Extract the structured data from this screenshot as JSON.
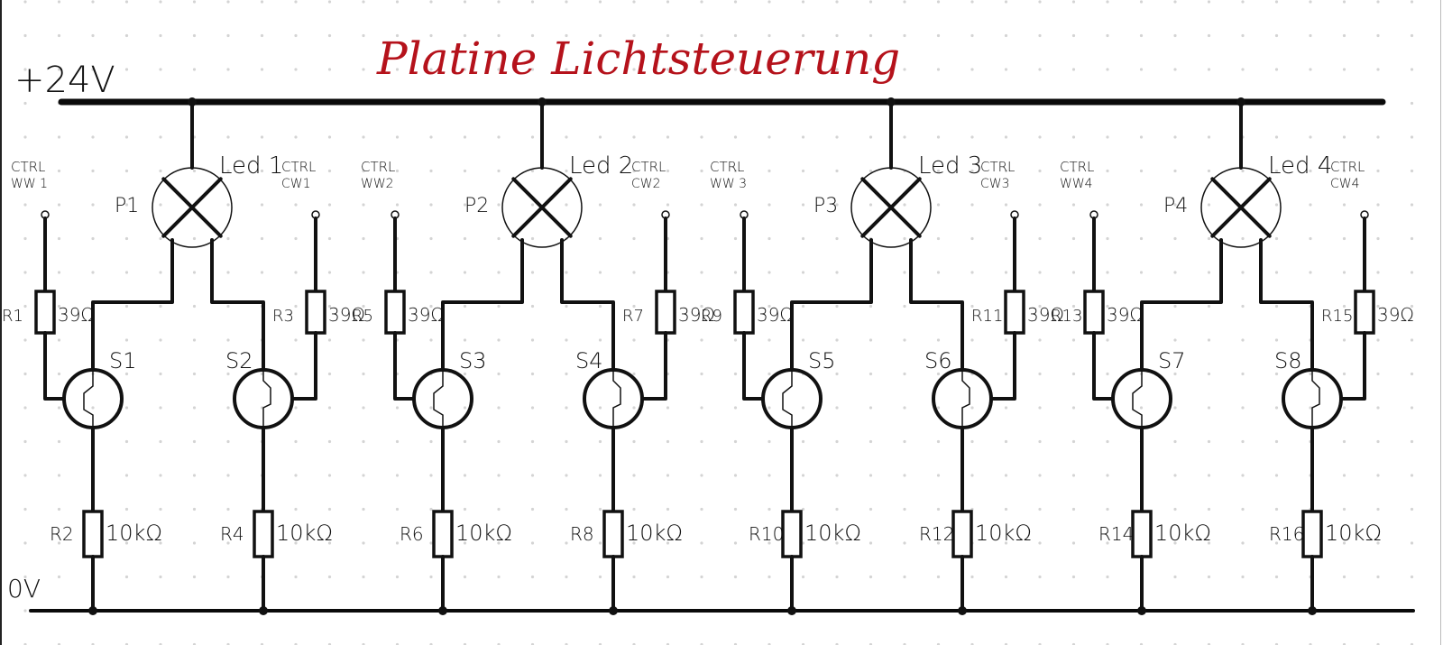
{
  "title": "Platine Lichtsteuerung",
  "colors": {
    "title": "#b5121b",
    "ink": "#111111",
    "grid_dot": "#d4d4d4",
    "paper": "#ffffff"
  },
  "rails": {
    "supply_label": "+24V",
    "ground_label": "0V"
  },
  "channels": [
    {
      "lamp": "Led 1",
      "lamp_ref": "P1",
      "left": {
        "ctrl": [
          "CTRL",
          "WW 1"
        ],
        "series_res": "R1",
        "series_val": "39Ω",
        "transistor": "S1",
        "pulldown_res": "R2",
        "pulldown_val": "10kΩ"
      },
      "right": {
        "ctrl": [
          "CTRL",
          "CW1"
        ],
        "series_res": "R3",
        "series_val": "39Ω",
        "transistor": "S2",
        "pulldown_res": "R4",
        "pulldown_val": "10kΩ"
      }
    },
    {
      "lamp": "Led 2",
      "lamp_ref": "P2",
      "left": {
        "ctrl": [
          "CTRL",
          "WW2"
        ],
        "series_res": "R5",
        "series_val": "39Ω",
        "transistor": "S3",
        "pulldown_res": "R6",
        "pulldown_val": "10kΩ"
      },
      "right": {
        "ctrl": [
          "CTRL",
          "CW2"
        ],
        "series_res": "R7",
        "series_val": "39Ω",
        "transistor": "S4",
        "pulldown_res": "R8",
        "pulldown_val": "10kΩ"
      }
    },
    {
      "lamp": "Led 3",
      "lamp_ref": "P3",
      "left": {
        "ctrl": [
          "CTRL",
          "WW 3"
        ],
        "series_res": "R9",
        "series_val": "39Ω",
        "transistor": "S5",
        "pulldown_res": "R10",
        "pulldown_val": "10kΩ"
      },
      "right": {
        "ctrl": [
          "CTRL",
          "CW3"
        ],
        "series_res": "R11",
        "series_val": "39Ω",
        "transistor": "S6",
        "pulldown_res": "R12",
        "pulldown_val": "10kΩ"
      }
    },
    {
      "lamp": "Led 4",
      "lamp_ref": "P4",
      "left": {
        "ctrl": [
          "CTRL",
          "WW4"
        ],
        "series_res": "R13",
        "series_val": "39Ω",
        "transistor": "S7",
        "pulldown_res": "R14",
        "pulldown_val": "10kΩ"
      },
      "right": {
        "ctrl": [
          "CTRL",
          "CW4"
        ],
        "series_res": "R15",
        "series_val": "39Ω",
        "transistor": "S8",
        "pulldown_res": "R16",
        "pulldown_val": "10kΩ"
      }
    }
  ]
}
